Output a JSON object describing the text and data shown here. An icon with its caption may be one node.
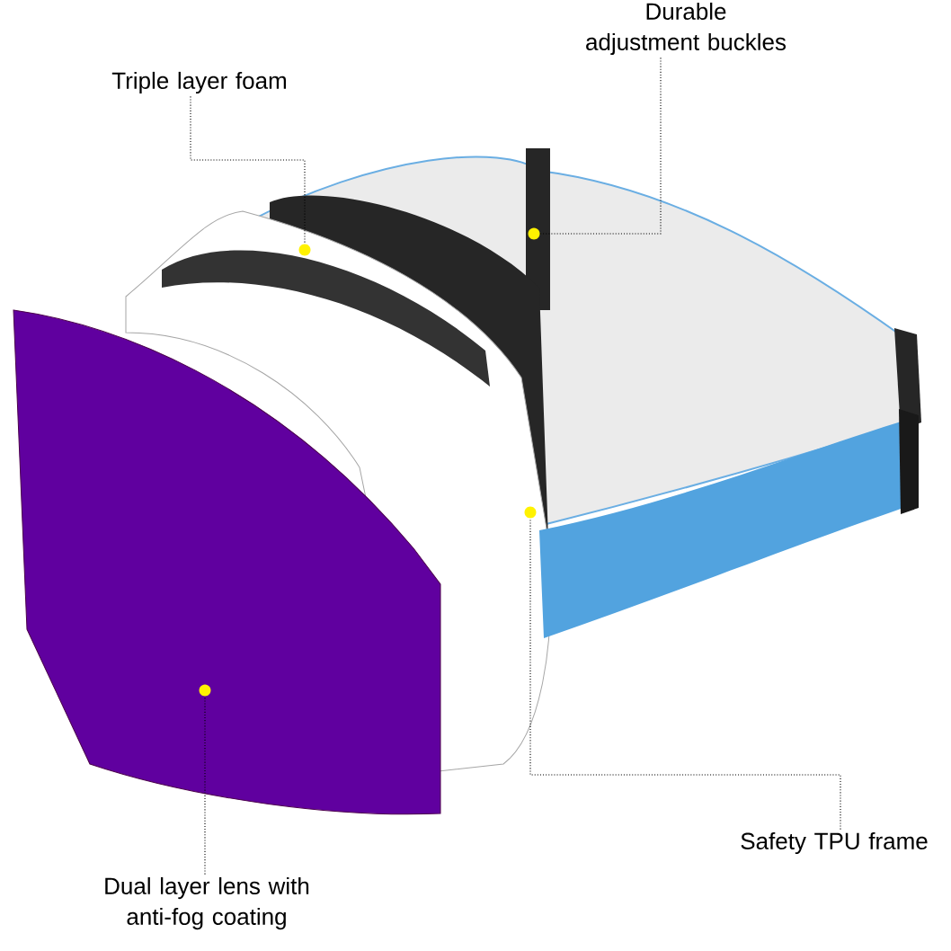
{
  "diagram": {
    "nodes": [
      {
        "text": [
          "Durable adjustment buckles"
        ]
      },
      {
        "text": [
          "Triple layer foam"
        ]
      },
      {
        "text": [],
        "shape": "circle"
      },
      {
        "text": [],
        "shape": "circle"
      },
      {
        "text": [],
        "shape": "circle"
      },
      {
        "text": [],
        "shape": "circle"
      },
      {
        "text": [
          "Safety TPU frame"
        ]
      },
      {
        "text": [
          "Dual layer lens with anti-fog coating"
        ]
      }
    ],
    "edges": [
      {
        "from": 0,
        "to": 2,
        "arrow": "none"
      },
      {
        "from": 1,
        "to": 3,
        "arrow": "none"
      },
      {
        "from": 6,
        "to": 4,
        "arrow": "none"
      },
      {
        "from": 7,
        "to": 5,
        "arrow": "none"
      }
    ]
  }
}
